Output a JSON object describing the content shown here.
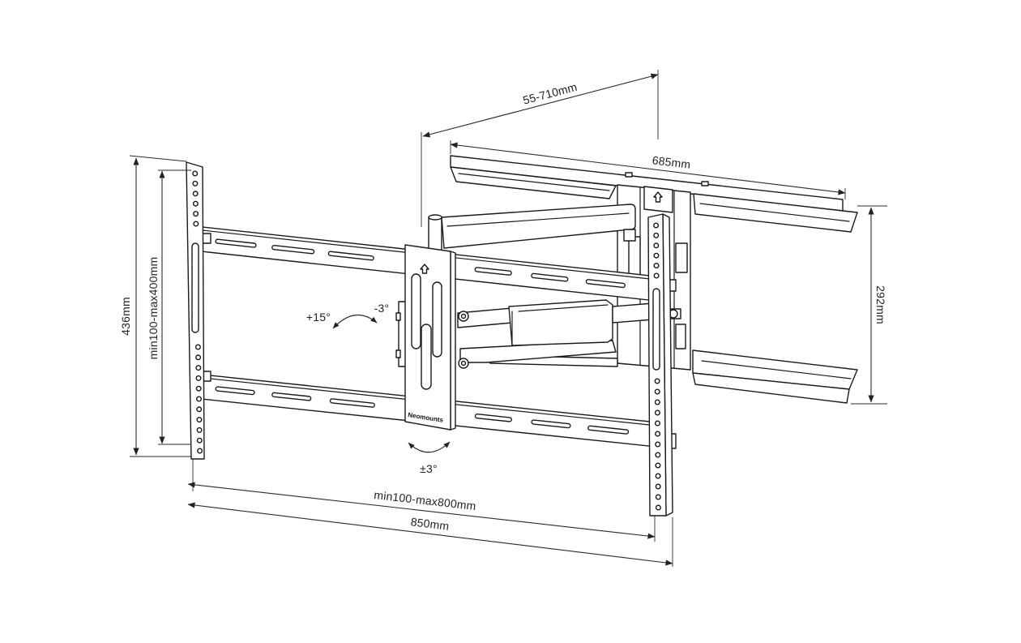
{
  "dimensions": {
    "arm_extension": "55-710mm",
    "rail_width": "685mm",
    "rail_height": "292mm",
    "bracket_height": "436mm",
    "vesa_vertical": "min100-max400mm",
    "vesa_horizontal": "min100-max800mm",
    "bracket_width": "850mm"
  },
  "angles": {
    "tilt_up": "+15°",
    "tilt_down": "-3°",
    "roll": "±3°"
  },
  "brand_label": "Neomounts",
  "colors": {
    "line": "#1a1a1a",
    "background": "#ffffff"
  }
}
